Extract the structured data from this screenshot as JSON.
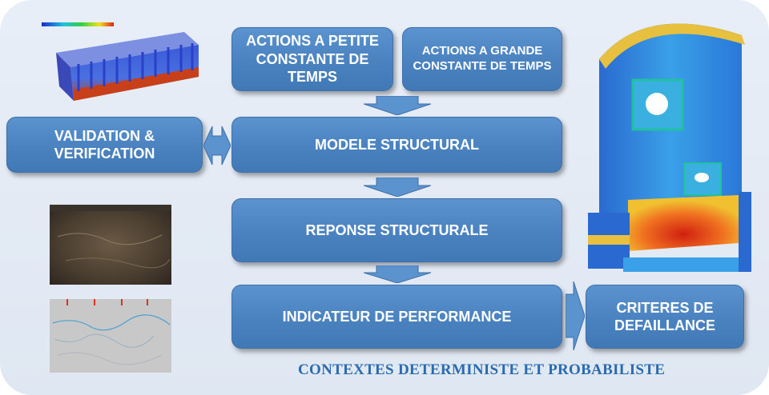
{
  "boxes": {
    "actions_petite": "ACTIONS A PETITE CONSTANTE DE TEMPS",
    "actions_grande": "ACTIONS A GRANDE CONSTANTE DE TEMPS",
    "validation": "VALIDATION & VERIFICATION",
    "modele": "MODELE STRUCTURAL",
    "reponse": "REPONSE STRUCTURALE",
    "indicateur": "INDICATEUR DE PERFORMANCE",
    "criteres": "CRITERES DE DEFAILLANCE"
  },
  "footer": "CONTEXTES DETERMINISTE ET PROBABILISTE",
  "colors": {
    "box_fill": "#4a82c0",
    "footer_text": "#2a6bb0"
  }
}
